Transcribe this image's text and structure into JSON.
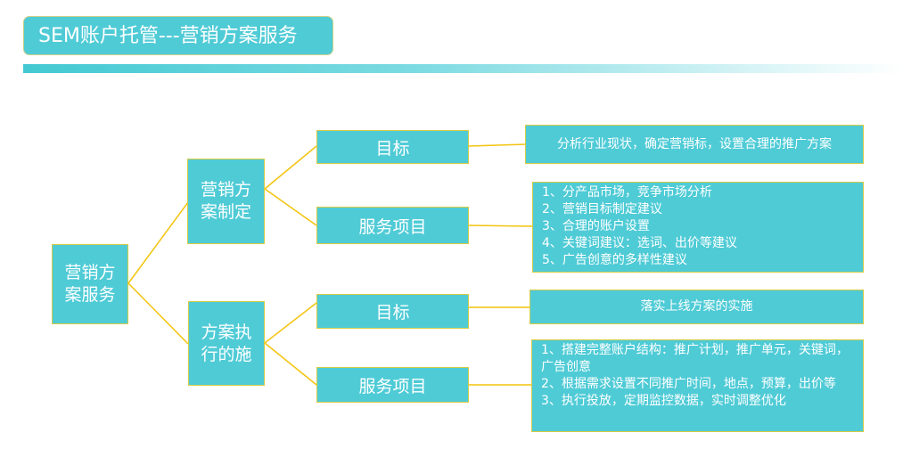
{
  "title": "SEM账户托管---营销方案服务",
  "root": "营销方案服务",
  "branches": [
    {
      "label": "营销方案制定",
      "items": [
        {
          "label": "目标",
          "detail": [
            "分析行业现状，确定营销标，设置合理的推广方案"
          ]
        },
        {
          "label": "服务项目",
          "detail": [
            "1、分产品市场，竞争市场分析",
            "2、营销目标制定建议",
            "3、合理的账户设置",
            "4、关键词建议：选词、出价等建议",
            "5、广告创意的多样性建议"
          ]
        }
      ]
    },
    {
      "label": "方案执行的施",
      "items": [
        {
          "label": "目标",
          "detail": [
            "落实上线方案的实施"
          ]
        },
        {
          "label": "服务项目",
          "detail": [
            "1、搭建完整账户结构：推广计划，推广单元，关键词，广告创意",
            "2、根据需求设置不同推广时间，地点，预算，出价等",
            "3、执行投放，定期监控数据，实时调整优化"
          ]
        }
      ]
    }
  ]
}
